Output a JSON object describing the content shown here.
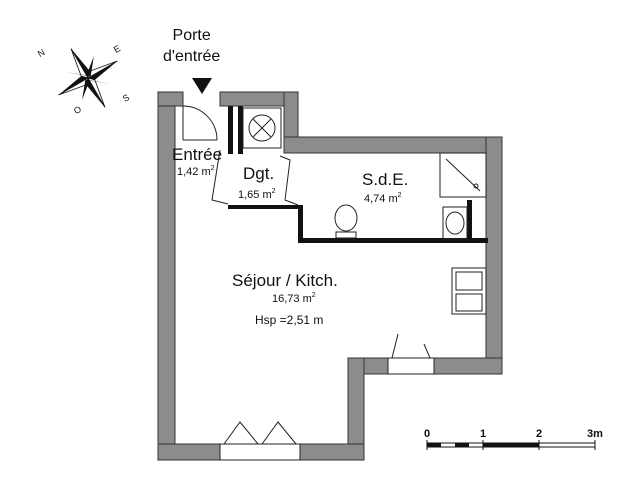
{
  "entrance_label": {
    "line1": "Porte",
    "line2": "d'entrée"
  },
  "compass": {
    "letters": [
      "N",
      "E",
      "S",
      "O"
    ]
  },
  "rooms": [
    {
      "id": "entree",
      "name": "Entrée",
      "area": "1,42 m",
      "unit_sup": "2"
    },
    {
      "id": "dgt",
      "name": "Dgt.",
      "area": "1,65 m",
      "unit_sup": "2"
    },
    {
      "id": "sde",
      "name": "S.d.E.",
      "area": "4,74 m",
      "unit_sup": "2"
    },
    {
      "id": "sejour",
      "name": "Séjour / Kitch.",
      "area": "16,73 m",
      "unit_sup": "2",
      "height": "Hsp =2,51 m"
    }
  ],
  "scale_bar": {
    "ticks": [
      "0",
      "1",
      "2",
      "3m"
    ]
  },
  "colors": {
    "wall": "#8c8c8c",
    "wall_outline": "#333333",
    "line": "#222222"
  }
}
